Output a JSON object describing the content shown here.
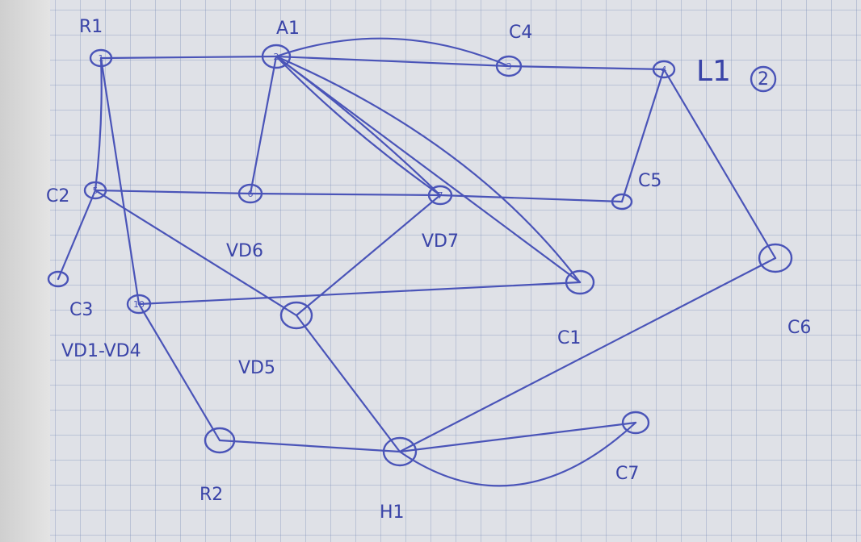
{
  "nodes": [
    {
      "id": "R1",
      "label": "R1",
      "num": "1"
    },
    {
      "id": "A1",
      "label": "A1",
      "num": "2"
    },
    {
      "id": "C4",
      "label": "C4",
      "num": "3"
    },
    {
      "id": "L1",
      "label": "L1",
      "num": "4"
    },
    {
      "id": "C2",
      "label": "C2",
      "num": "5"
    },
    {
      "id": "VD6",
      "label": "VD6",
      "num": "6"
    },
    {
      "id": "VD7",
      "label": "VD7",
      "num": "7"
    },
    {
      "id": "C5",
      "label": "C5",
      "num": ""
    },
    {
      "id": "C3",
      "label": "C3",
      "num": "10"
    },
    {
      "id": "VD1VD4",
      "label": "VD1-VD4",
      "num": ""
    },
    {
      "id": "SMALL",
      "label": "",
      "num": ""
    },
    {
      "id": "C1",
      "label": "C1",
      "num": ""
    },
    {
      "id": "VD5",
      "label": "VD5",
      "num": ""
    },
    {
      "id": "C6",
      "label": "C6",
      "num": ""
    },
    {
      "id": "R2",
      "label": "R2",
      "num": ""
    },
    {
      "id": "H1",
      "label": "H1",
      "num": ""
    },
    {
      "id": "C7",
      "label": "C7",
      "num": ""
    }
  ],
  "annotation": {
    "L1_mark": "2"
  },
  "edges": [
    [
      "R1",
      "A1"
    ],
    [
      "A1",
      "C4"
    ],
    [
      "A1",
      "C4"
    ],
    [
      "C4",
      "L1"
    ],
    [
      "A1",
      "VD6"
    ],
    [
      "A1",
      "VD7"
    ],
    [
      "A1",
      "VD7"
    ],
    [
      "A1",
      "C1"
    ],
    [
      "A1",
      "C1"
    ],
    [
      "R1",
      "C2"
    ],
    [
      "R1",
      "C3"
    ],
    [
      "C2",
      "VD6"
    ],
    [
      "VD6",
      "VD7"
    ],
    [
      "VD7",
      "C5"
    ],
    [
      "C5",
      "L1"
    ],
    [
      "L1",
      "C6"
    ],
    [
      "C2",
      "SMALL"
    ],
    [
      "C2",
      "VD5"
    ],
    [
      "C3",
      "C1"
    ],
    [
      "C3",
      "R2"
    ],
    [
      "VD7",
      "VD5"
    ],
    [
      "VD5",
      "H1"
    ],
    [
      "R2",
      "H1"
    ],
    [
      "H1",
      "C6"
    ],
    [
      "H1",
      "C7"
    ],
    [
      "H1",
      "C7"
    ]
  ]
}
